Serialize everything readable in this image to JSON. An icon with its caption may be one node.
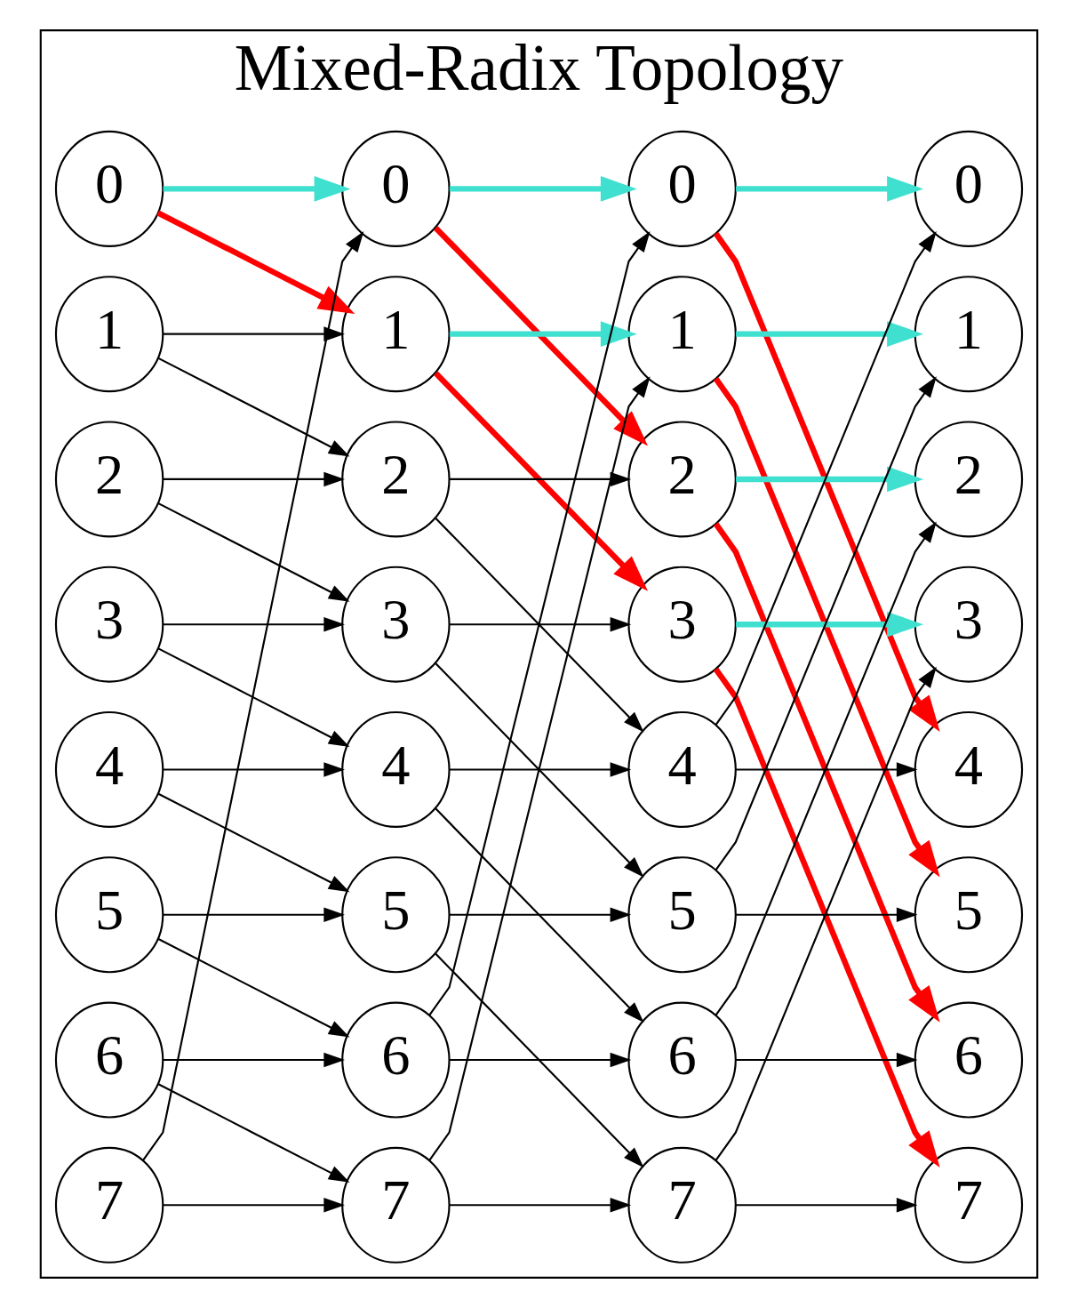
{
  "diagram": {
    "nodes": [
      {
        "text": [
          "Mixed-Radix Topology"
        ]
      },
      {
        "text": [
          "0"
        ],
        "in": 0
      },
      {
        "text": [
          "1"
        ],
        "in": 0
      },
      {
        "text": [
          "2"
        ],
        "in": 0
      },
      {
        "text": [
          "3"
        ],
        "in": 0
      },
      {
        "text": [
          "4"
        ],
        "in": 0
      },
      {
        "text": [
          "5"
        ],
        "in": 0
      },
      {
        "text": [
          "6"
        ],
        "in": 0
      },
      {
        "text": [
          "7"
        ],
        "in": 0
      },
      {
        "text": [
          "0"
        ],
        "in": 0
      },
      {
        "text": [
          "1"
        ],
        "in": 0
      },
      {
        "text": [
          "2"
        ],
        "in": 0
      },
      {
        "text": [
          "3"
        ],
        "in": 0
      },
      {
        "text": [
          "4"
        ],
        "in": 0
      },
      {
        "text": [
          "5"
        ],
        "in": 0
      },
      {
        "text": [
          "6"
        ],
        "in": 0
      },
      {
        "text": [
          "7"
        ],
        "in": 0
      },
      {
        "text": [
          "0"
        ],
        "in": 0
      },
      {
        "text": [
          "1"
        ],
        "in": 0
      },
      {
        "text": [
          "2"
        ],
        "in": 0
      },
      {
        "text": [
          "3"
        ],
        "in": 0
      },
      {
        "text": [
          "4"
        ],
        "in": 0
      },
      {
        "text": [
          "5"
        ],
        "in": 0
      },
      {
        "text": [
          "6"
        ],
        "in": 0
      },
      {
        "text": [
          "7"
        ],
        "in": 0
      },
      {
        "text": [
          "0"
        ],
        "in": 0
      },
      {
        "text": [
          "1"
        ],
        "in": 0
      },
      {
        "text": [
          "2"
        ],
        "in": 0
      },
      {
        "text": [
          "3"
        ],
        "in": 0
      },
      {
        "text": [
          "4"
        ],
        "in": 0
      },
      {
        "text": [
          "5"
        ],
        "in": 0
      },
      {
        "text": [
          "6"
        ],
        "in": 0
      },
      {
        "text": [
          "7"
        ],
        "in": 0
      }
    ],
    "edges": [
      {
        "from": 1,
        "to": 9,
        "arrow": "to",
        "style": "thick",
        "color": "#40e0d0"
      },
      {
        "from": 1,
        "to": 10,
        "arrow": "to",
        "style": "thick",
        "color": "#ff0000"
      },
      {
        "from": 2,
        "to": 10,
        "arrow": "to"
      },
      {
        "from": 2,
        "to": 11,
        "arrow": "to"
      },
      {
        "from": 3,
        "to": 11,
        "arrow": "to"
      },
      {
        "from": 3,
        "to": 12,
        "arrow": "to"
      },
      {
        "from": 4,
        "to": 12,
        "arrow": "to"
      },
      {
        "from": 4,
        "to": 13,
        "arrow": "to"
      },
      {
        "from": 5,
        "to": 13,
        "arrow": "to"
      },
      {
        "from": 5,
        "to": 14,
        "arrow": "to"
      },
      {
        "from": 6,
        "to": 14,
        "arrow": "to"
      },
      {
        "from": 6,
        "to": 15,
        "arrow": "to"
      },
      {
        "from": 7,
        "to": 15,
        "arrow": "to"
      },
      {
        "from": 7,
        "to": 16,
        "arrow": "to"
      },
      {
        "from": 8,
        "to": 16,
        "arrow": "to"
      },
      {
        "from": 8,
        "to": 9,
        "arrow": "to"
      },
      {
        "from": 9,
        "to": 17,
        "arrow": "to",
        "style": "thick",
        "color": "#40e0d0"
      },
      {
        "from": 9,
        "to": 19,
        "arrow": "to",
        "style": "thick",
        "color": "#ff0000"
      },
      {
        "from": 10,
        "to": 18,
        "arrow": "to",
        "style": "thick",
        "color": "#40e0d0"
      },
      {
        "from": 10,
        "to": 20,
        "arrow": "to",
        "style": "thick",
        "color": "#ff0000"
      },
      {
        "from": 11,
        "to": 19,
        "arrow": "to"
      },
      {
        "from": 11,
        "to": 21,
        "arrow": "to"
      },
      {
        "from": 12,
        "to": 20,
        "arrow": "to"
      },
      {
        "from": 12,
        "to": 22,
        "arrow": "to"
      },
      {
        "from": 13,
        "to": 21,
        "arrow": "to"
      },
      {
        "from": 13,
        "to": 23,
        "arrow": "to"
      },
      {
        "from": 14,
        "to": 22,
        "arrow": "to"
      },
      {
        "from": 14,
        "to": 24,
        "arrow": "to"
      },
      {
        "from": 15,
        "to": 23,
        "arrow": "to"
      },
      {
        "from": 15,
        "to": 17,
        "arrow": "to"
      },
      {
        "from": 16,
        "to": 24,
        "arrow": "to"
      },
      {
        "from": 16,
        "to": 18,
        "arrow": "to"
      },
      {
        "from": 17,
        "to": 25,
        "arrow": "to",
        "style": "thick",
        "color": "#40e0d0"
      },
      {
        "from": 17,
        "to": 29,
        "arrow": "to",
        "style": "thick",
        "color": "#ff0000"
      },
      {
        "from": 18,
        "to": 26,
        "arrow": "to",
        "style": "thick",
        "color": "#40e0d0"
      },
      {
        "from": 18,
        "to": 30,
        "arrow": "to",
        "style": "thick",
        "color": "#ff0000"
      },
      {
        "from": 19,
        "to": 27,
        "arrow": "to",
        "style": "thick",
        "color": "#40e0d0"
      },
      {
        "from": 19,
        "to": 31,
        "arrow": "to",
        "style": "thick",
        "color": "#ff0000"
      },
      {
        "from": 20,
        "to": 28,
        "arrow": "to",
        "style": "thick",
        "color": "#40e0d0"
      },
      {
        "from": 20,
        "to": 32,
        "arrow": "to",
        "style": "thick",
        "color": "#ff0000"
      },
      {
        "from": 21,
        "to": 29,
        "arrow": "to"
      },
      {
        "from": 21,
        "to": 25,
        "arrow": "to"
      },
      {
        "from": 22,
        "to": 30,
        "arrow": "to"
      },
      {
        "from": 22,
        "to": 26,
        "arrow": "to"
      },
      {
        "from": 23,
        "to": 31,
        "arrow": "to"
      },
      {
        "from": 23,
        "to": 27,
        "arrow": "to"
      },
      {
        "from": 24,
        "to": 32,
        "arrow": "to"
      },
      {
        "from": 24,
        "to": 28,
        "arrow": "to"
      }
    ]
  }
}
